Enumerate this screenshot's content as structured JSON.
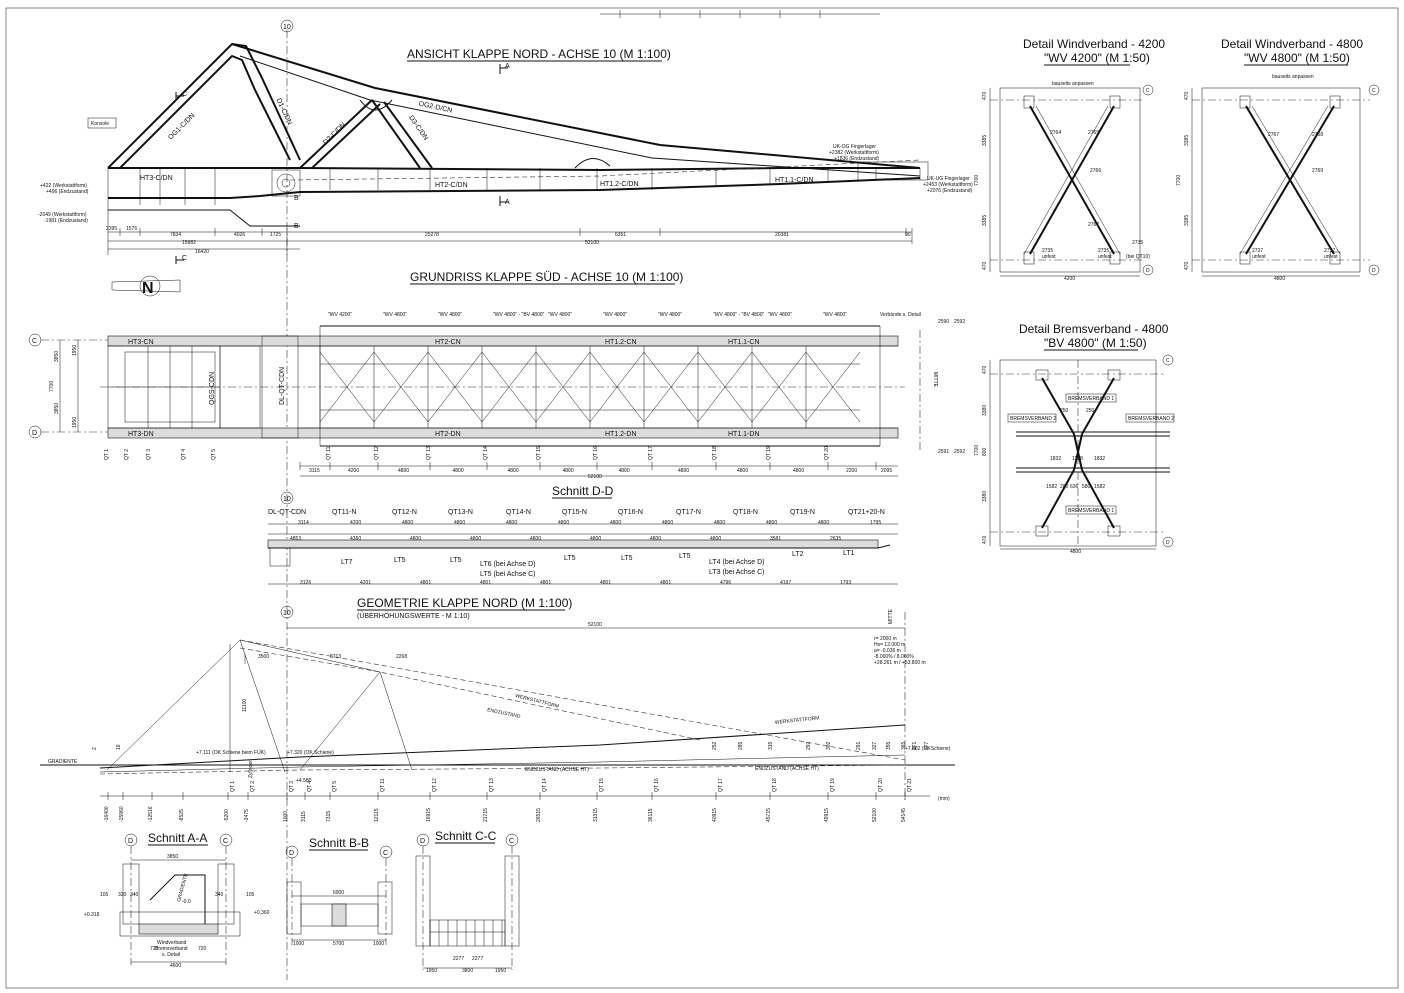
{
  "views": {
    "ansicht": {
      "title": "ANSICHT KLAPPE NORD - ACHSE 10 (M 1:100)",
      "members": [
        "HT3-C/DN",
        "OG1-C/DN",
        "D1-C/DN",
        "D2-C/DN",
        "D3-C/DN",
        "OG2-D/CN",
        "HT2-C/DN",
        "HT1.2-C/DN",
        "HT1.1-C/DN"
      ],
      "dims_bottom": [
        "2395",
        "1576",
        "7834",
        "4026",
        "1725",
        "25278",
        "6351",
        "20381",
        "90"
      ],
      "dims_total": [
        "15982",
        "16420",
        "52100"
      ],
      "notes": [
        "Konsole",
        "+422 (Werkstattform)",
        "+496 (Endzustand)",
        "-2049 (Werkstattform)",
        "-1981 (Endzustand)",
        "UK-OG Fingerlager",
        "+2382 (Werkstattform)",
        "+1836 (Endzustand)",
        "UK-UG Fingerlager",
        "+2453 (Werkstattform)",
        "+2076 (Endzustand)"
      ],
      "axis": "10",
      "section_a": "A",
      "section_b": "B",
      "section_c": "C"
    },
    "grundriss": {
      "title": "GRUNDRISS KLAPPE SÜD - ACHSE 10 (M 1:100)",
      "members_top": [
        "HT3-CN",
        "HT2-CN",
        "HT1.2-CN",
        "HT1.1-CN"
      ],
      "members_bottom": [
        "HT3-DN",
        "HT2-DN",
        "HT1.2-DN",
        "HT1.1-DN"
      ],
      "vertical": [
        "DL-QT-CDN",
        "QGS-CDN"
      ],
      "wv_labels": [
        "\"WV 4200\"",
        "\"WV 4800\"",
        "\"WV 4800\"",
        "\"WV 4800\" - \"BV 4800\"",
        "\"WV 4800\"",
        "\"WV 4800\"",
        "\"WV 4800\"",
        "\"WV 4800\" - \"BV 4800\"",
        "\"WV 4800\"",
        "\"WV 4800\""
      ],
      "verbande": "Verbände s. Detail",
      "qt": [
        "QT 1",
        "QT 2",
        "QT 3",
        "QT 4",
        "QT 5",
        "QT 11",
        "QT 12",
        "QT 13",
        "QT 14",
        "QT 15",
        "QT 16",
        "QT 17",
        "QT 18",
        "QT 19",
        "QT 20"
      ],
      "dims": [
        "3115",
        "4200",
        "4800",
        "4800",
        "4800",
        "4800",
        "4800",
        "4800",
        "4800",
        "4800",
        "2200",
        "2095"
      ],
      "total": "52100",
      "side_dims": [
        "3850",
        "7700",
        "3850",
        "1950",
        "1950"
      ],
      "axes": [
        "C",
        "D"
      ],
      "marks": [
        "2590",
        "2592",
        "2591",
        "2592",
        "MITTE"
      ]
    },
    "schnitt_dd": {
      "title": "Schnitt D-D",
      "labels": [
        "DL-QT-CDN",
        "QT11-N",
        "QT12-N",
        "QT13-N",
        "QT14-N",
        "QT15-N",
        "QT16-N",
        "QT17-N",
        "QT18-N",
        "QT19-N",
        "QT21+20-N"
      ],
      "dims_top": [
        "3114",
        "4200",
        "4800",
        "4800",
        "4800",
        "4800",
        "4800",
        "4800",
        "4800",
        "4800",
        "4800",
        "1795"
      ],
      "dims_top2": [
        "4853",
        "4360",
        "4800",
        "4800",
        "4800",
        "4800",
        "4800",
        "4800",
        "3581",
        "2635"
      ],
      "lt": [
        "LT7",
        "LT5",
        "LT5",
        "LT6 (bei Achse D)",
        "LT5 (bei Achse C)",
        "LT5",
        "LT5",
        "LT5",
        "LT4 (bei Achse D)",
        "LT3 (bei Achse C)",
        "LT2",
        "LT1"
      ],
      "dims_bottom": [
        "3126",
        "4201",
        "4801",
        "4801",
        "4801",
        "4801",
        "4801",
        "4796",
        "4197",
        "1793"
      ],
      "axis": "10"
    },
    "geometrie": {
      "title": "GEOMETRIE KLAPPE NORD (M 1:100)",
      "subtitle": "(ÜBERHÖHUNGSWERTE - M 1:10)",
      "total": "52100",
      "dims": [
        "3500",
        "8713",
        "2268",
        "11100"
      ],
      "curves": [
        "WERKSTATTFORM",
        "ENDZUSTAND",
        "WERKSTATTFORM",
        "ENDZUSTAND (ACHSE HT)",
        "ENDZUSTAND (ACHSE HT)"
      ],
      "gradiente": "GRADIENTE",
      "marks": [
        "+7.111 (OK Schiene beim FÜK)",
        "+7.320 (OK Schiene)",
        "+7.882 (OKSchiene)",
        "+4.580",
        "Zylinder"
      ],
      "stations": [
        "-16400",
        "-15960",
        "-12516",
        "-8525",
        "-5200",
        "-3475",
        "1000",
        "3115",
        "7315",
        "12115",
        "16915",
        "21715",
        "26515",
        "31315",
        "36115",
        "40915",
        "45715",
        "49915",
        "52100",
        "54145"
      ],
      "station_qt": [
        "QT 1",
        "QT 2",
        "QT 3",
        "QT 4",
        "QT 5",
        "QT 11",
        "QT 12",
        "QT 13",
        "QT 14",
        "QT 15",
        "QT 16",
        "QT 17",
        "QT 18",
        "QT 19",
        "QT 20",
        "QT 21"
      ],
      "ueberhoehung": [
        "2",
        "19",
        "252",
        "285",
        "315",
        "292",
        "302",
        "291",
        "327",
        "355",
        "365",
        "371",
        "377"
      ],
      "radius": [
        "r= 2000 m",
        "Hs= 12.000 m",
        "a= -0.036 m",
        "-8.000% / 8.000%",
        "+28.261 m / +53.800 m"
      ],
      "mitte": "MITTE",
      "axis": "10",
      "unit": "(mm)"
    },
    "schnitt_aa": {
      "title": "Schnitt A-A",
      "axes": [
        "D",
        "C"
      ],
      "dims": [
        "3850",
        "105",
        "320",
        "340",
        "340",
        "105",
        "4600",
        "720",
        "720"
      ],
      "marks": [
        "+0.318",
        "+0.360",
        "-0.0",
        "GRADIENTE",
        "Windverband",
        "Bremsverband",
        "s. Detail"
      ]
    },
    "schnitt_bb": {
      "title": "Schnitt B-B",
      "axes": [
        "D",
        "C"
      ],
      "dims": [
        "6900",
        "1000",
        "5700",
        "1000"
      ]
    },
    "schnitt_cc": {
      "title": "Schnitt C-C",
      "axes": [
        "D",
        "C"
      ],
      "dims": [
        "1950",
        "3800",
        "1950"
      ],
      "marks": [
        "2277",
        "2277"
      ]
    },
    "detail_wv4200": {
      "title": "Detail Windverband - 4200",
      "subtitle": "\"WV 4200\" (M 1:50)",
      "notes": [
        "bauseits anpassen",
        "2764",
        "2765",
        "2766",
        "2767",
        "2735",
        "2735",
        "2735",
        "unfest",
        "unfest",
        "(bei QT10)"
      ],
      "dims": [
        "3385",
        "3385",
        "4200",
        "7700",
        "470",
        "470"
      ],
      "axes": [
        "C",
        "D"
      ]
    },
    "detail_wv4800": {
      "title": "Detail Windverband - 4800",
      "subtitle": "\"WV 4800\" (M 1:50)",
      "notes": [
        "bauseits anpassen",
        "2767",
        "2768",
        "2769",
        "2737",
        "2737",
        "unfest",
        "unfest"
      ],
      "dims": [
        "3385",
        "3385",
        "4800",
        "7700",
        "470",
        "470"
      ],
      "axes": [
        "C",
        "D"
      ]
    },
    "detail_bv4800": {
      "title": "Detail Bremsverband - 4800",
      "subtitle": "\"BV 4800\" (M 1:50)",
      "labels": [
        "BREMSVERBAND 1",
        "BREMSVERBAND 2",
        "BREMSVERBAND 2",
        "BREMSVERBAND 1"
      ],
      "dims": [
        "250",
        "250",
        "1832",
        "1138",
        "1832",
        "1582",
        "200",
        "636",
        "580",
        "1582",
        "4800",
        "3380",
        "7700",
        "800",
        "3380",
        "470",
        "470"
      ],
      "axes": [
        "C",
        "D"
      ]
    }
  }
}
